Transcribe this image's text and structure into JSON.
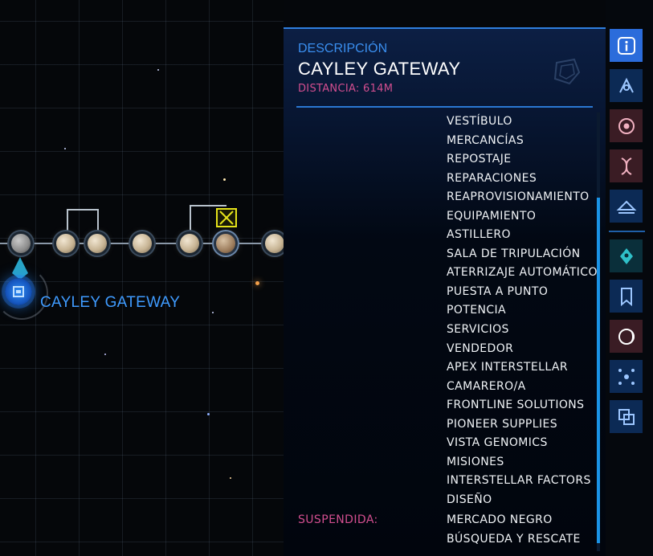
{
  "map": {
    "location_label": "CAYLEY GATEWAY"
  },
  "panel": {
    "label": "DESCRIPCIÓN",
    "title": "CAYLEY GATEWAY",
    "distance": "DISTANCIA: 614M",
    "services": [
      "VESTÍBULO",
      "MERCANCÍAS",
      "REPOSTAJE",
      "REPARACIONES",
      "REAPROVISIONAMIENTO",
      "EQUIPAMIENTO",
      "ASTILLERO",
      "SALA DE TRIPULACIÓN",
      "ATERRIZAJE AUTOMÁTICO",
      "PUESTA A PUNTO",
      "POTENCIA",
      "SERVICIOS",
      "VENDEDOR",
      "APEX INTERSTELLAR",
      "CAMARERO/A",
      "FRONTLINE SOLUTIONS",
      "PIONEER SUPPLIES",
      "VISTA GENOMICS",
      "MISIONES",
      "INTERSTELLAR FACTORS",
      "DISEÑO"
    ],
    "suspended_label": "SUSPENDIDA:",
    "suspended": [
      "MERCADO NEGRO",
      "BÚSQUEDA Y RESCATE"
    ]
  },
  "sidebar": {
    "badge": "0",
    "buttons": [
      {
        "icon": "info-icon",
        "color": "#2b6cdb"
      },
      {
        "icon": "navigation-route-icon",
        "color": "#0c2a55"
      },
      {
        "icon": "target-orbit-icon",
        "color": "#3a1c24"
      },
      {
        "icon": "dna-icon",
        "color": "#3a1c24"
      },
      {
        "icon": "landing-icon",
        "color": "#0c2a55"
      },
      {
        "icon": "location-pin-icon",
        "color": "#0a2f3a"
      },
      {
        "icon": "bookmark-icon",
        "color": "#0c2a55"
      },
      {
        "icon": "crescent-icon",
        "color": "#3a1c24"
      },
      {
        "icon": "network-icon",
        "color": "#0c2a55"
      },
      {
        "icon": "swap-icon",
        "color": "#0c2a55"
      }
    ]
  },
  "colors": {
    "accent_blue": "#2f7fe0",
    "label_pink": "#d24e8f",
    "selected_yellow": "#e4e21a"
  }
}
